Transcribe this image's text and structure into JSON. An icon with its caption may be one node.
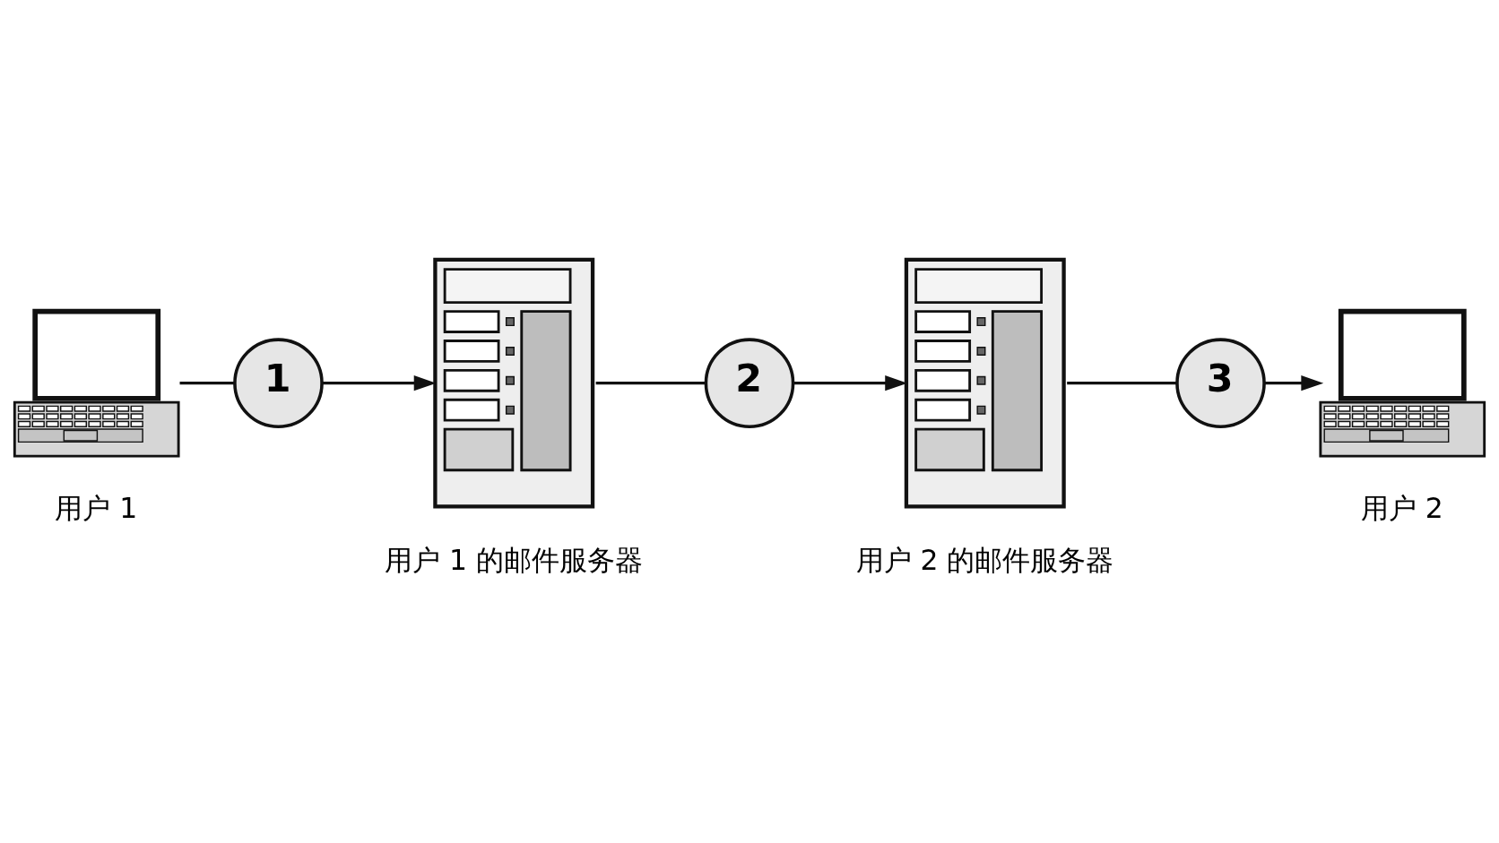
{
  "diagram": {
    "nodes": [
      {
        "text": [
          "用户 1"
        ]
      },
      {
        "text": [
          "1"
        ]
      },
      {
        "text": [
          "用户 1 的邮件服务器"
        ]
      },
      {
        "text": [
          "2"
        ]
      },
      {
        "text": [
          "用户 2 的邮件服务器"
        ]
      },
      {
        "text": [
          "3"
        ]
      },
      {
        "text": [
          "用户 2"
        ]
      }
    ],
    "edges": [
      {
        "from": 0,
        "to": 1,
        "arrow": "none"
      },
      {
        "from": 1,
        "to": 2,
        "arrow": "to"
      },
      {
        "from": 2,
        "to": 3,
        "arrow": "none"
      },
      {
        "from": 3,
        "to": 4,
        "arrow": "to"
      },
      {
        "from": 4,
        "to": 5,
        "arrow": "none"
      },
      {
        "from": 5,
        "to": 6,
        "arrow": "to"
      }
    ]
  }
}
